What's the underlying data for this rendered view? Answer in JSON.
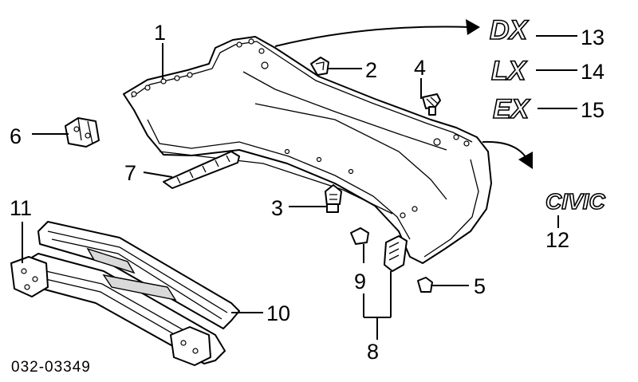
{
  "diagram": {
    "part_number": "032-03349",
    "callouts": [
      "1",
      "2",
      "3",
      "4",
      "5",
      "6",
      "7",
      "8",
      "9",
      "10",
      "11",
      "12",
      "13",
      "14",
      "15"
    ],
    "badges": {
      "dx": "DX",
      "lx": "LX",
      "ex": "EX",
      "civic": "CIVIC"
    }
  }
}
